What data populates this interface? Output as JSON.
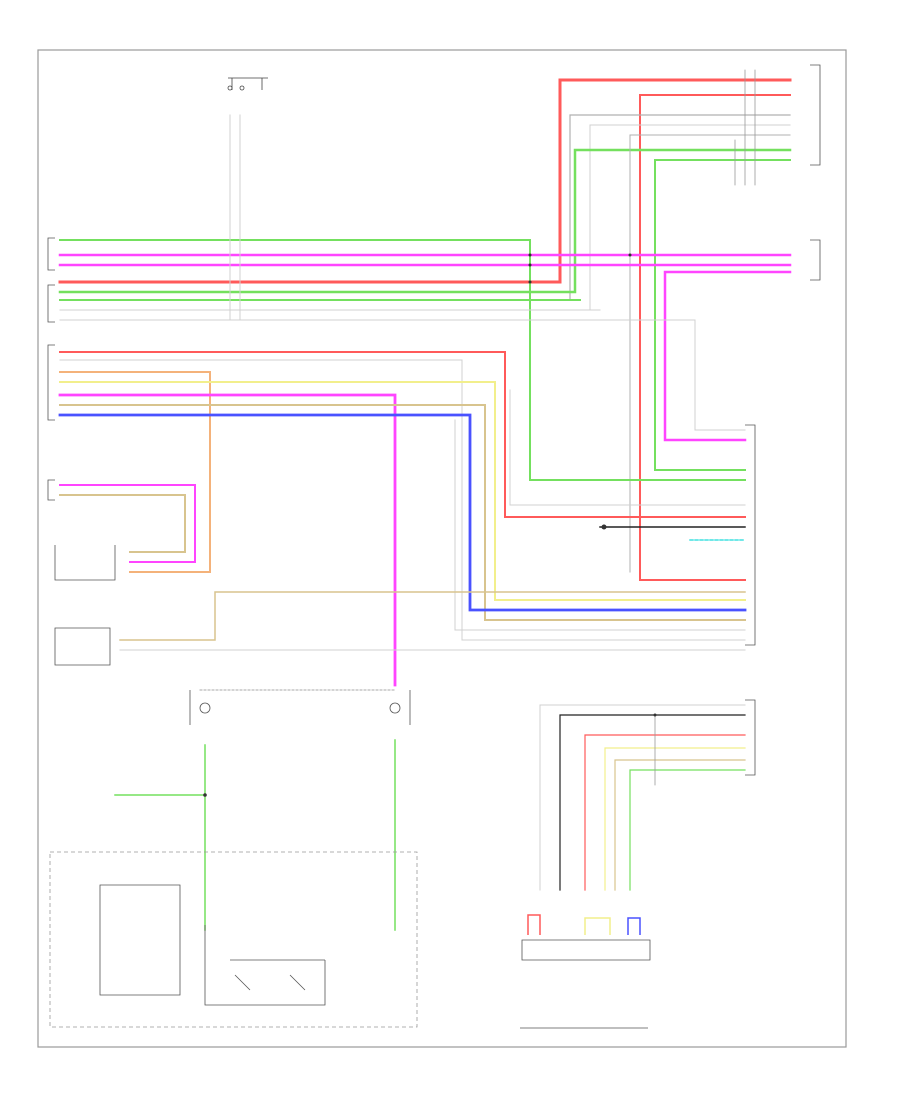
{
  "footer_label": "",
  "wire_colors": {
    "red": "#ff5a5a",
    "green": "#74e05e",
    "magenta": "#ff45ff",
    "blue": "#4a52ff",
    "orange": "#f4b27a",
    "yellow": "#f2ef8c",
    "tan": "#d8c48e",
    "gray": "#b0b0b0",
    "black": "#222222",
    "cyan": "#40e0e0",
    "light_gray": "#d0d0d0"
  },
  "components": [
    {
      "id": "top-switch",
      "name": "top-switch-symbol"
    },
    {
      "id": "right-top-connector",
      "name": "right-top-connector"
    },
    {
      "id": "right-mid-connector",
      "name": "right-mid-connector"
    },
    {
      "id": "left-connector-a",
      "name": "left-connector-a"
    },
    {
      "id": "left-connector-b",
      "name": "left-connector-b"
    },
    {
      "id": "left-connector-c",
      "name": "left-connector-c"
    },
    {
      "id": "left-connector-d",
      "name": "left-connector-d"
    },
    {
      "id": "main-control-unit",
      "name": "main-control-unit"
    },
    {
      "id": "left-small-unit",
      "name": "left-small-unit"
    },
    {
      "id": "left-switch-unit",
      "name": "left-switch-unit"
    },
    {
      "id": "lower-module",
      "name": "lower-module"
    },
    {
      "id": "right-lower-connector",
      "name": "right-lower-connector"
    },
    {
      "id": "bottom-connector",
      "name": "bottom-connector"
    }
  ]
}
